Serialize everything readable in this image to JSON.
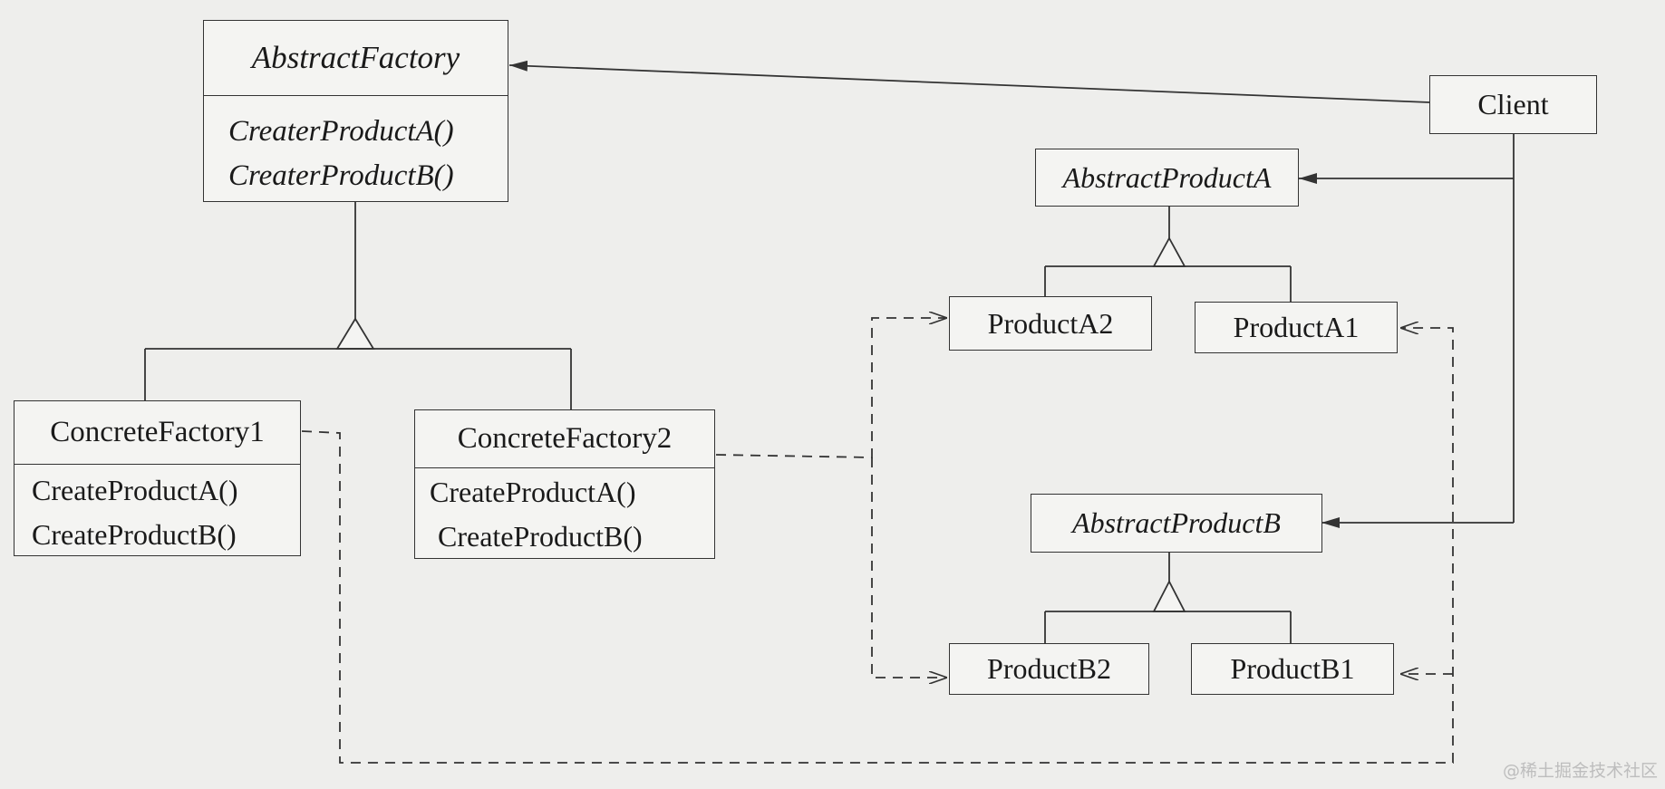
{
  "classes": {
    "abstract_factory": {
      "name": "AbstractFactory",
      "operations": [
        "CreaterProductA()",
        "CreaterProductB()"
      ]
    },
    "concrete_factory_1": {
      "name": "ConcreteFactory1",
      "operations": [
        "CreateProductA()",
        "CreateProductB()"
      ]
    },
    "concrete_factory_2": {
      "name": "ConcreteFactory2",
      "operations": [
        "CreateProductA()",
        "CreateProductB()"
      ]
    },
    "client": {
      "name": "Client"
    },
    "abstract_product_a": {
      "name": "AbstractProductA"
    },
    "product_a2": {
      "name": "ProductA2"
    },
    "product_a1": {
      "name": "ProductA1"
    },
    "abstract_product_b": {
      "name": "AbstractProductB"
    },
    "product_b2": {
      "name": "ProductB2"
    },
    "product_b1": {
      "name": "ProductB1"
    }
  },
  "watermark": "@稀土掘金技术社区",
  "colors": {
    "background": "#eeeeec",
    "line": "#333333"
  }
}
